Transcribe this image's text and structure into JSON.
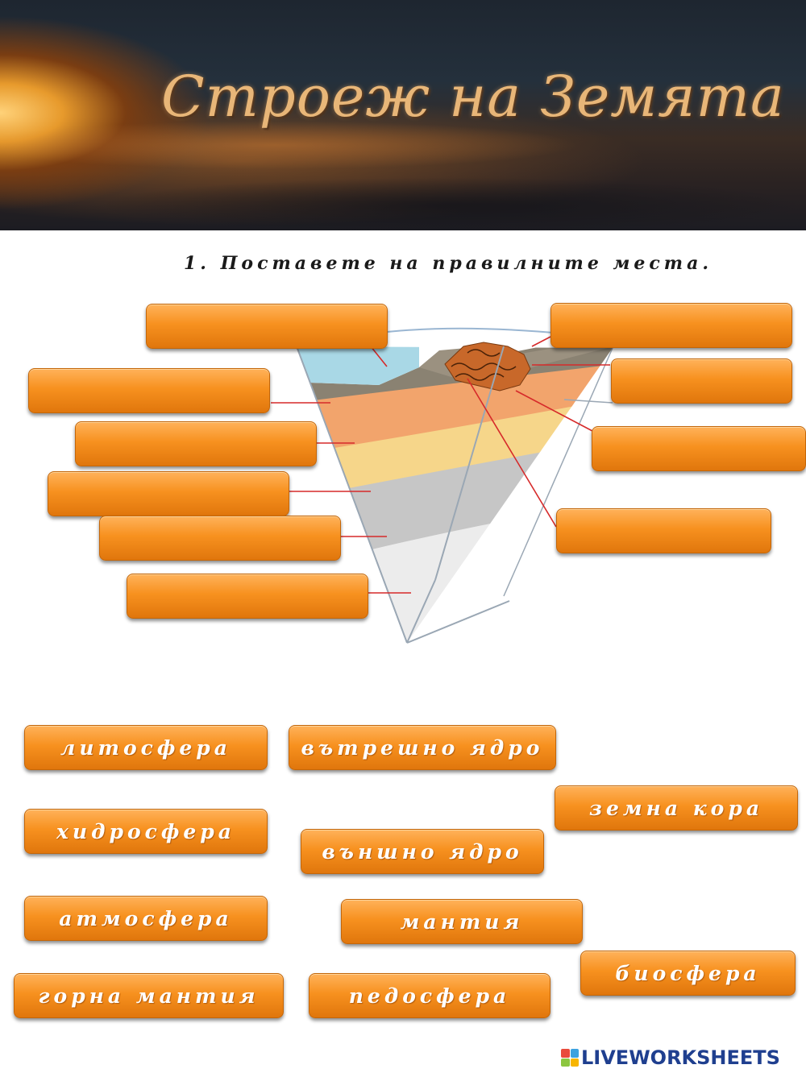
{
  "banner": {
    "title": "Строеж на Земята"
  },
  "instruction": "1.  Поставете  на  правилните  места.",
  "tiles": {
    "litosfera": "литосфера",
    "vatreshno_yadro": "вътрешно  ядро",
    "zemna_kora": "земна  кора",
    "hidrosfera": "хидросфера",
    "vanshno_yadro": "външно  ядро",
    "atmosfera": "атмосфера",
    "mantiya": "мантия",
    "biosfera": "биосфера",
    "gorna_mantiya": "горна  мантия",
    "pedosfera": "педосфера"
  },
  "footer": {
    "brand": "LIVEWORKSHEETS",
    "logo_colors": [
      "#e94b3c",
      "#3ca2e0",
      "#8cc63f",
      "#f7b500"
    ]
  },
  "colors": {
    "tile_orange": "#f7911f",
    "pointer_red": "#d62a2a",
    "water": "#a9d8e6",
    "crust": "#8a8272",
    "upper_mantle": "#f2a46c",
    "mantle": "#f6d68a",
    "outer_core": "#c6c6c6",
    "inner_core": "#ececec",
    "soil": "#c8682a"
  }
}
